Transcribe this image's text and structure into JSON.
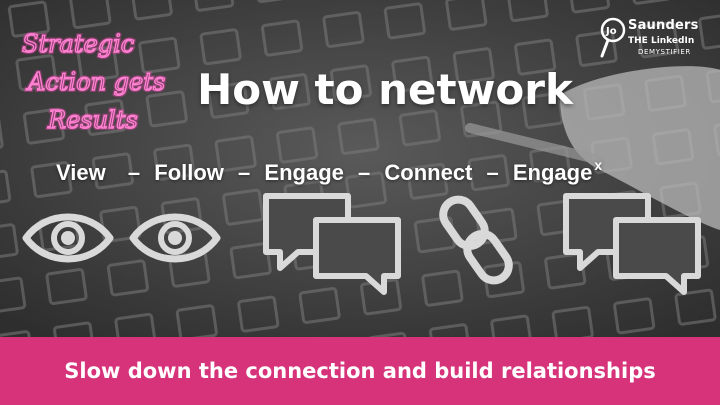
{
  "neon_text": "Strategic Action gets Results",
  "logo": {
    "initials": "Jo",
    "name": "Saunders",
    "line2": "THE LinkedIn",
    "line3": "DEMYSTIFIER"
  },
  "title": "How to network",
  "steps": {
    "view": "View",
    "follow": "Follow",
    "engage": "Engage",
    "connect": "Connect",
    "engage_repeat": "Engage",
    "superscript": "x",
    "separator": "–"
  },
  "icons": [
    "eye-icon",
    "eye-icon",
    "chat-bubbles-icon",
    "chain-link-icon",
    "chat-bubbles-icon"
  ],
  "banner": "Slow down the connection and build relationships",
  "colors": {
    "banner": "#d6337a",
    "neon": "#ff7fd0",
    "text": "#ffffff",
    "icon_stroke": "#d9d9d9"
  }
}
